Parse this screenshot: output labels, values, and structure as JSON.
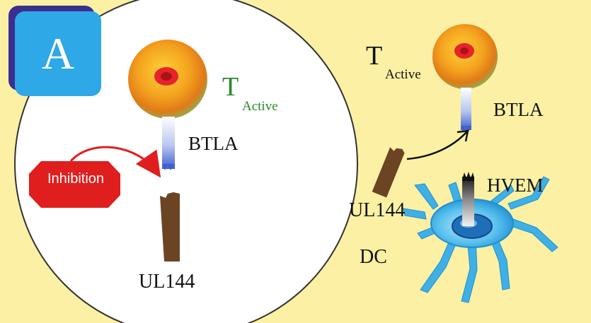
{
  "panel_label": "A",
  "left_panel": {
    "t_main": "T",
    "t_sub": "Active",
    "btla": "BTLA",
    "inhibition": "Inhibition",
    "ul144": "UL144"
  },
  "right_panel": {
    "t_main": "T",
    "t_sub": "Active",
    "btla": "BTLA",
    "hvem": "HVEM",
    "ul144": "UL144",
    "dc": "DC"
  },
  "colors": {
    "background": "#fbf0a4",
    "circle_fill": "#ffffff",
    "badge": "#2ea8e6",
    "badge_shadow": "#3a2f8f",
    "inhibition": "#e01e1e",
    "t_active_green": "#2a8a2a",
    "receptor_blue": "#3d5fcf",
    "ul144_brown": "#6b4423",
    "dc_blue": "#3fb0e6"
  }
}
